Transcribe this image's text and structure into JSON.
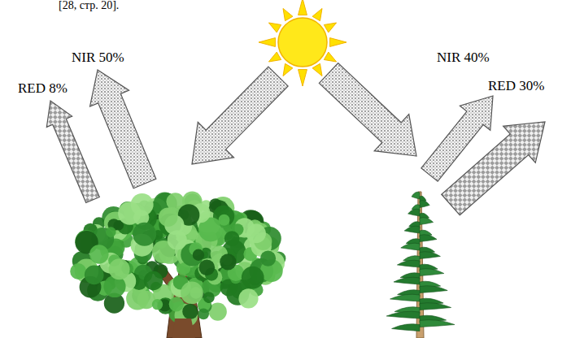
{
  "diagram": {
    "labels": [
      "[28, стр. 20].",
      "RED 8%",
      "NIR 50%",
      "NIR 40%",
      "RED 30%"
    ]
  }
}
